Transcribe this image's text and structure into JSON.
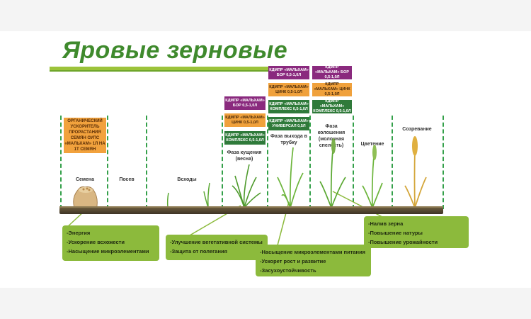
{
  "title": "Яровые зерновые",
  "stages": {
    "semena": "Семена",
    "posev": "Посев",
    "vskhody": "Всходы",
    "kushenie": "Фаза кущения (весна)",
    "trubka": "Фаза выхода в трубку",
    "koloshenie": "Фаза колошения (молочная спелость)",
    "tsvetenie": "Цветение",
    "sozrevanie": "Созревание"
  },
  "seed_treatment": "ОРГАНИЧЕСКИЙ УСКОРИТЕЛЬ ПРОРАСТАНИЯ СЕМЯН ОУПС «МАЛЬХАМ» 1Л НА 1Т СЕМЯН",
  "tags": {
    "kushenie": [
      "КДМПР «МАЛЬХАМ» БОР 0,5-1,0Л",
      "КДМПР «МАЛЬХАМ» ЦИНК 0,5-1,0Л",
      "КДМПР «МАЛЬХАМ» КОМПЛЕКС 0,5-1,0Л"
    ],
    "trubka": [
      "КДМПР «МАЛЬХАМ» БОР 0,5-1,0Л",
      "КДМПР «МАЛЬХАМ» ЦИНК 0,5-1,0Л",
      "КДМПР «МАЛЬХАМ» КОМПЛЕКС 0,5-1,0Л",
      "КДМПР «МАЛЬХАМ» УНИВЕРСАЛ 0,5Л"
    ],
    "koloshenie": [
      "КДМПР «МАЛЬХАМ» БОР 0,5-1,0Л",
      "КДМПР «МАЛЬХАМ» ЦИНК 0,5-1,0Л",
      "КДМПР «МАЛЬХАМ» КОМПЛЕКС 0,5-1,0Л"
    ]
  },
  "benefits": {
    "box1": [
      "-Энергия",
      "-Ускорение всхожести",
      "-Насыщение   микроэлементами"
    ],
    "box2": [
      "-Улучшение вегетативной системы",
      "-Защита от полегания"
    ],
    "box3": [
      "-Насыщение микроэлементами питания",
      "-Ускорет рост и развитие",
      "-Засухоустойчивость"
    ],
    "box4": [
      "-Налив зерна",
      "-Повышение натуры",
      "-Повышение урожайности"
    ]
  },
  "colors": {
    "title": "#3f8a2d",
    "box": "#8cba3c",
    "purple": "#8a2a7e",
    "orange": "#f0a13c",
    "green": "#2f7a3a"
  }
}
